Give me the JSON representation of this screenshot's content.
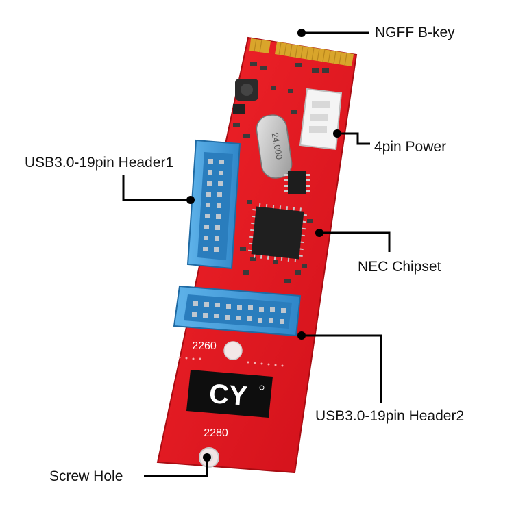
{
  "callouts": {
    "ngff": "NGFF B-key",
    "power": "4pin Power",
    "header1": "USB3.0-19pin Header1",
    "chipset": "NEC Chipset",
    "header2": "USB3.0-19pin Header2",
    "screw": "Screw Hole"
  },
  "board": {
    "mark_2260": "2260",
    "mark_2280": "2280",
    "crystal": "24.000",
    "logo": "CY"
  },
  "colors": {
    "pcb": "#e8141b",
    "pcb_dark": "#b60d12",
    "gold": "#d9a52b",
    "header_blue": "#3d97d6",
    "chip": "#1f1f1f",
    "callout_line": "#000000"
  }
}
